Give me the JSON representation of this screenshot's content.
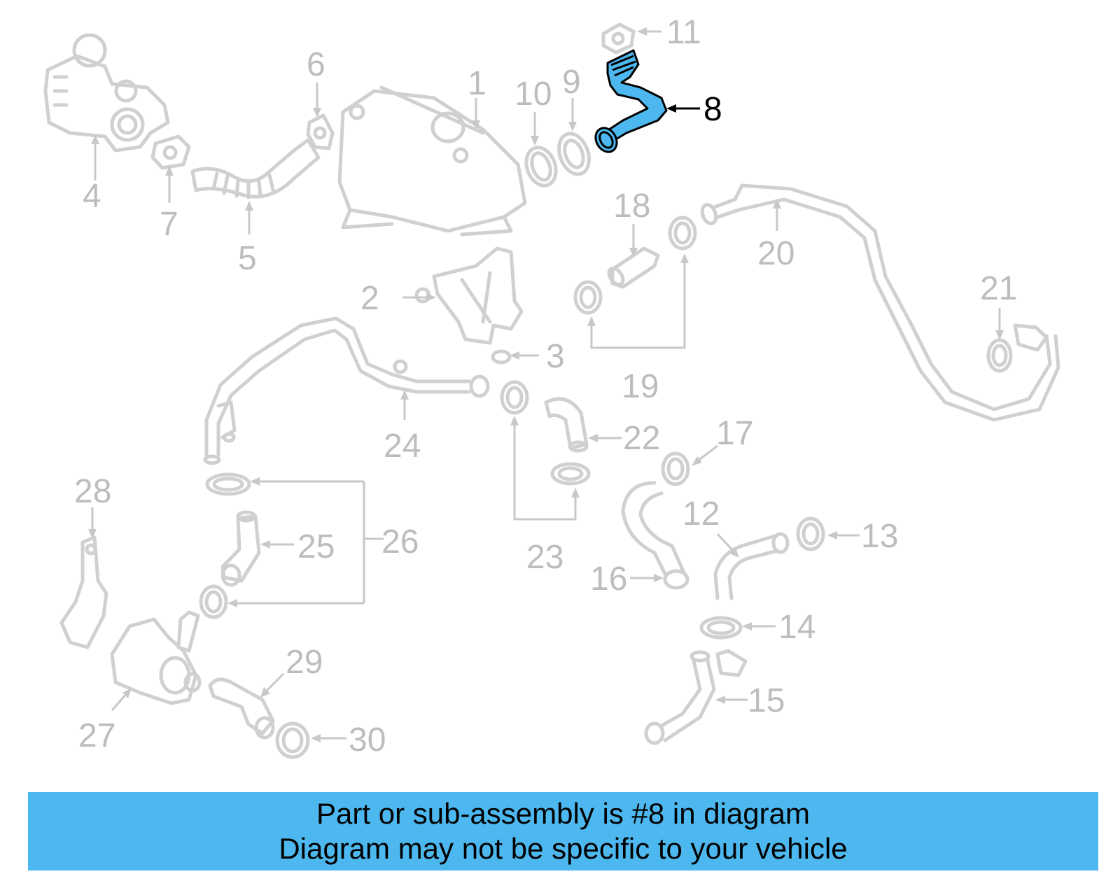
{
  "callouts": {
    "c1": "1",
    "c2": "2",
    "c3": "3",
    "c4": "4",
    "c5": "5",
    "c6": "6",
    "c7": "7",
    "c8": "8",
    "c9": "9",
    "c10": "10",
    "c11": "11",
    "c12": "12",
    "c13": "13",
    "c14": "14",
    "c15": "15",
    "c16": "16",
    "c17": "17",
    "c18": "18",
    "c19": "19",
    "c20": "20",
    "c21": "21",
    "c22": "22",
    "c23": "23",
    "c24": "24",
    "c25": "25",
    "c26": "26",
    "c27": "27",
    "c28": "28",
    "c29": "29",
    "c30": "30"
  },
  "highlighted_part": "8",
  "colors": {
    "highlight": "#4db8ef",
    "muted": "#c8c8c8",
    "banner": "#4db8ef"
  },
  "banner": {
    "line1": "Part or sub-assembly is #8 in diagram",
    "line2": "Diagram may not be specific to your vehicle"
  }
}
